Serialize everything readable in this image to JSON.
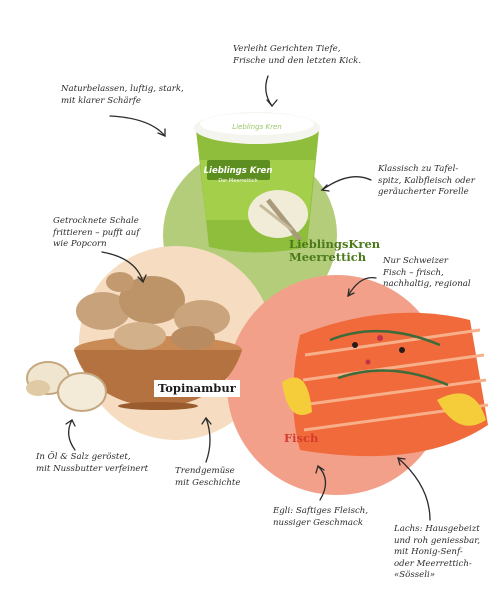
{
  "notes": {
    "kren_top": "Verleiht Gerichten Tiefe,\nFrische und den letzten Kick.",
    "kren_left": "Naturbelassen, luftig, stark,\nmit klarer Schärfe",
    "kren_right": "Klassisch zu Tafel-\nspitz, Kalbfleisch oder\ngeräucherter Forelle",
    "topi_top": "Getrocknete Schale\nfrittieren – pufft auf\nwie Popcorn",
    "topi_bottom_left": "In Öl & Salz geröstet,\nmit Nussbutter verfeinert",
    "topi_bottom": "Trendgemüse\nmit Geschichte",
    "fisch_top": "Nur Schweizer\nFisch – frisch,\nnachhaltig, regional",
    "fisch_bottom": "Egli: Saftiges Fleisch,\nnussiger Geschmack",
    "fisch_bottom_right": "Lachs: Hausgebeizt\nund roh geniessbar,\nmit Honig-Senf-\noder Meerrettich-\n«Sösseli»"
  },
  "labels": {
    "kren": "LieblingsKren\nMeerrettich",
    "topinambur": "Topinambur",
    "fisch": "Fisch"
  },
  "product": {
    "lid_text": "Lieblings Kren",
    "brand": "Lieblings Kren",
    "sub": "Der Meerrettich"
  },
  "colors": {
    "green_circle": "#b4cd7b",
    "peach_circle": "#f6dcc0",
    "salmon_circle": "#f2a08a",
    "label_green": "#4b7a1a",
    "label_red": "#d83a2c"
  },
  "icons": [
    "arrow-icon"
  ]
}
